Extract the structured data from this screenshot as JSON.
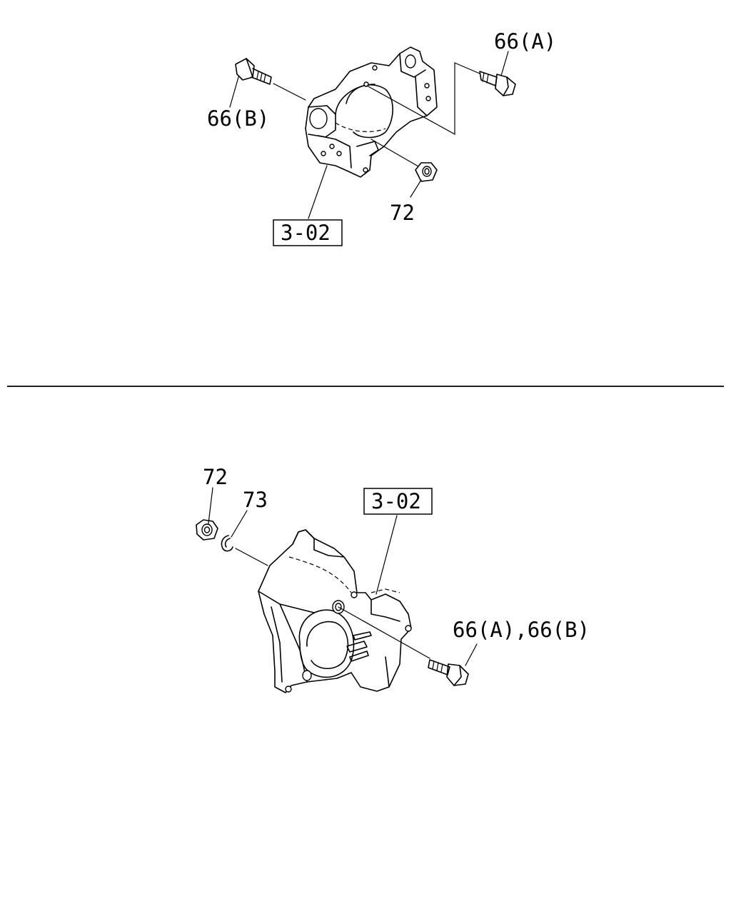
{
  "top_view": {
    "labels": {
      "bolt_a": "66(A)",
      "bolt_b": "66(B)",
      "nut": "72",
      "ref": "3-02"
    }
  },
  "bottom_view": {
    "labels": {
      "nut": "72",
      "washer": "73",
      "ref": "3-02",
      "bolts": "66(A),66(B)"
    }
  },
  "colors": {
    "line": "#000000",
    "background": "#ffffff"
  }
}
